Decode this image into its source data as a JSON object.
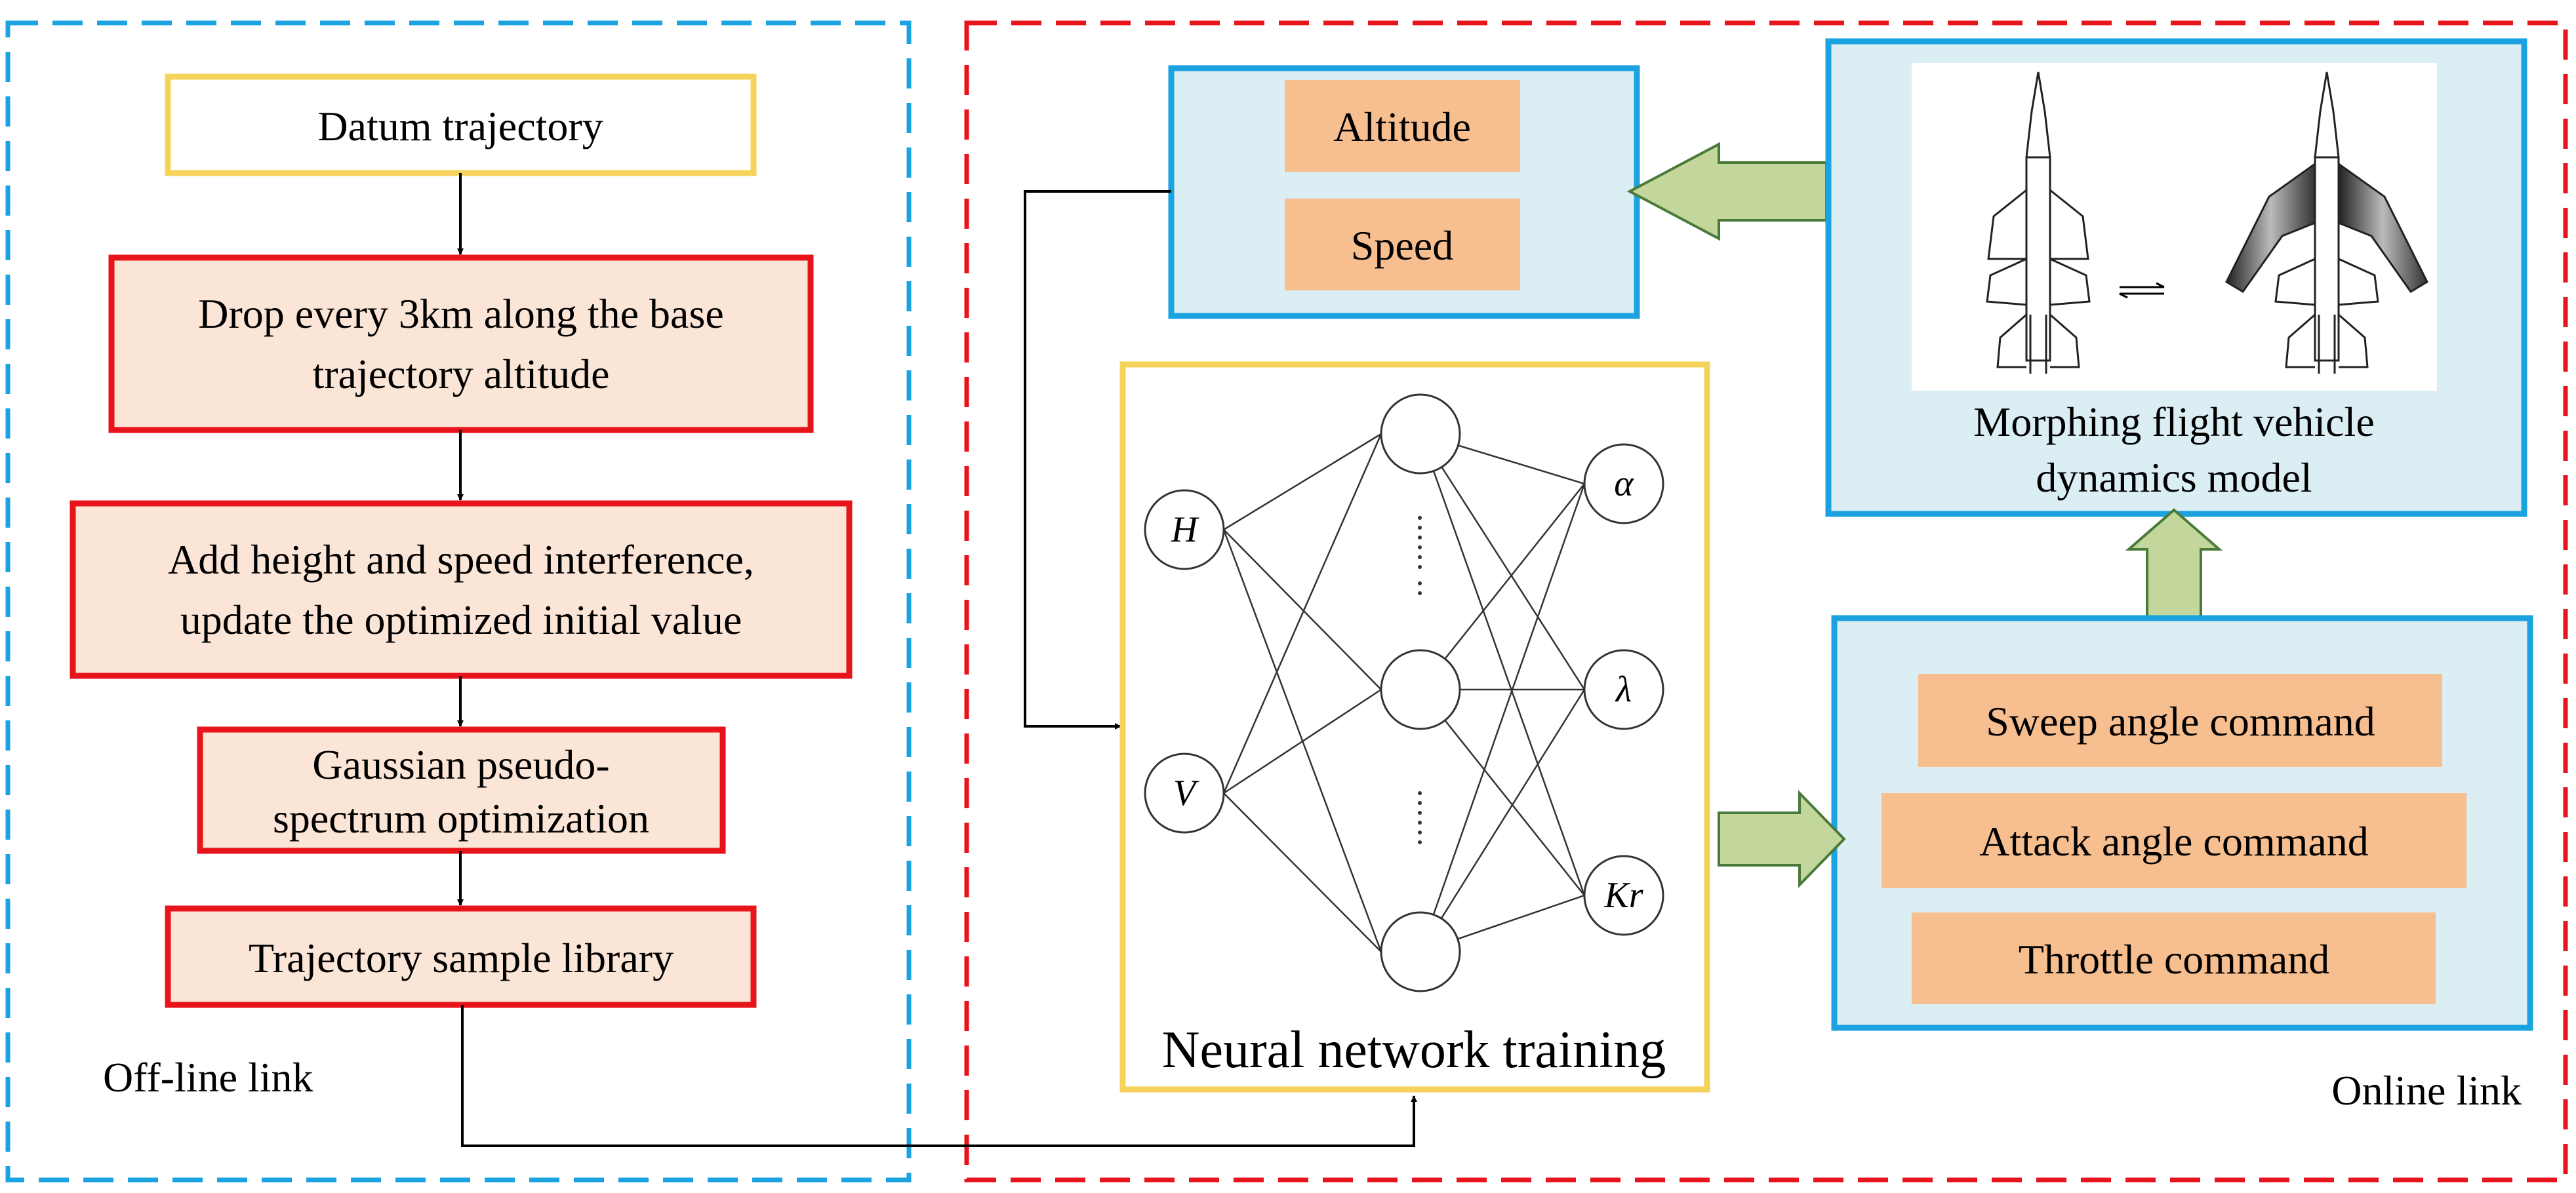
{
  "offline": {
    "caption": "Off-line link",
    "steps": {
      "datum": "Datum trajectory",
      "drop_line1": "Drop every 3km along the base",
      "drop_line2": "trajectory altitude",
      "add_line1": "Add height and speed interference,",
      "add_line2": "update the optimized initial value",
      "gauss_line1": "Gaussian pseudo-",
      "gauss_line2": "spectrum optimization",
      "library": "Trajectory sample library"
    }
  },
  "online": {
    "caption": "Online link",
    "states": {
      "altitude": "Altitude",
      "speed": "Speed"
    },
    "model_line1": "Morphing flight vehicle",
    "model_line2": "dynamics model",
    "commands": {
      "sweep": "Sweep angle command",
      "attack": "Attack angle  command",
      "throttle": "Throttle command"
    },
    "network": {
      "caption": "Neural network training",
      "inputs": [
        "H",
        "V"
      ],
      "outputs": [
        "α",
        "λ",
        "Kr"
      ]
    }
  },
  "colors": {
    "offline_border": "#1aa3e0",
    "online_border": "#e8141b",
    "yellow_border": "#f5d35a",
    "red_border": "#e8141b",
    "step_fill": "#fbe5d6",
    "panel_fill": "#dbeef4",
    "panel_border": "#1aa3e0",
    "tag_fill": "#f7be8f",
    "arrow_fill": "#c3d69b",
    "arrow_stroke": "#4a7a3a"
  }
}
